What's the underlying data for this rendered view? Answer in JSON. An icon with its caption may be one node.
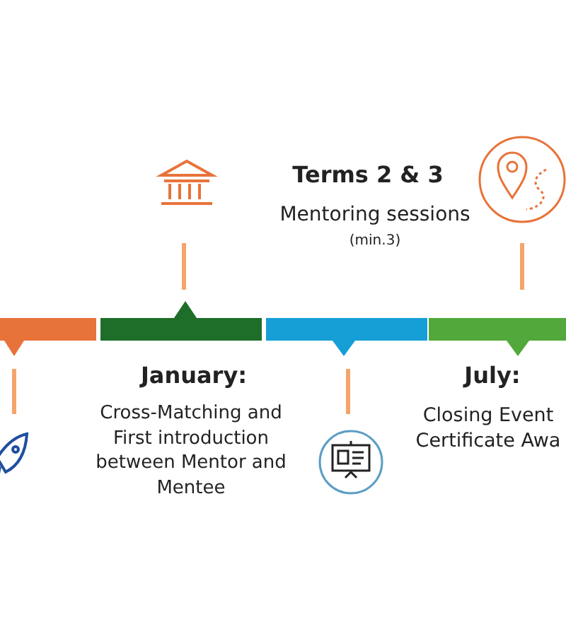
{
  "diagram": {
    "labels": [
      "Terms 2 & 3",
      "Mentoring sessions",
      "(min.3)",
      "January:",
      "Cross-Matching and First introduction between Mentor and Mentee",
      "July:",
      "Closing Event Certificate Awa"
    ]
  }
}
